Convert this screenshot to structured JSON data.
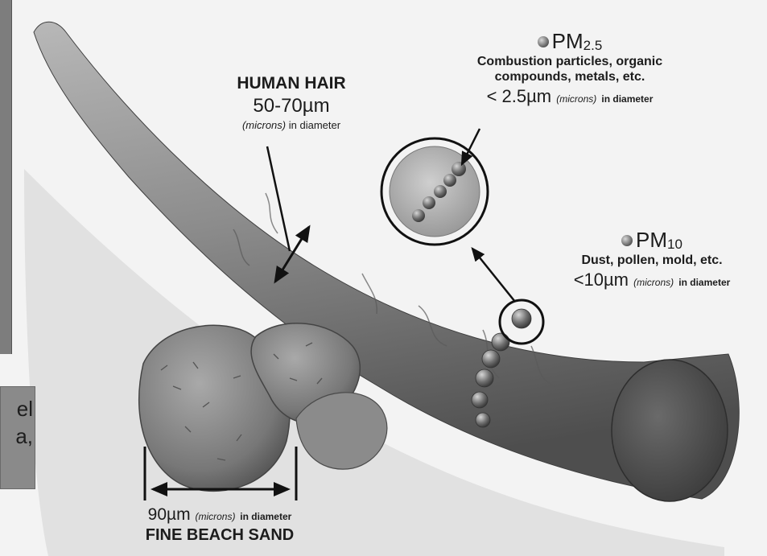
{
  "left_margin": {
    "fragment_1": "el",
    "fragment_2": "a,"
  },
  "human_hair": {
    "title": "HUMAN HAIR",
    "size": "50-70µm",
    "unit_note": "(microns)",
    "diameter_label": "in diameter"
  },
  "pm25": {
    "name": "PM",
    "subscript": "2.5",
    "description_line1": "Combustion particles, organic",
    "description_line2": "compounds, metals, etc.",
    "size": "< 2.5µm",
    "unit_note": "(microns)",
    "diameter_label": "in diameter"
  },
  "pm10": {
    "name": "PM",
    "subscript": "10",
    "description": "Dust, pollen, mold, etc.",
    "size": "<10µm",
    "unit_note": "(microns)",
    "diameter_label": "in diameter"
  },
  "sand": {
    "size": "90µm",
    "unit_note": "(microns)",
    "diameter_label": "in diameter",
    "title": "FINE BEACH SAND"
  },
  "colors": {
    "background": "#f3f3f3",
    "hair_mid": "#8e8e8e",
    "hair_dark": "#565656",
    "particle": "#6c6c6c",
    "arrow": "#111111"
  }
}
